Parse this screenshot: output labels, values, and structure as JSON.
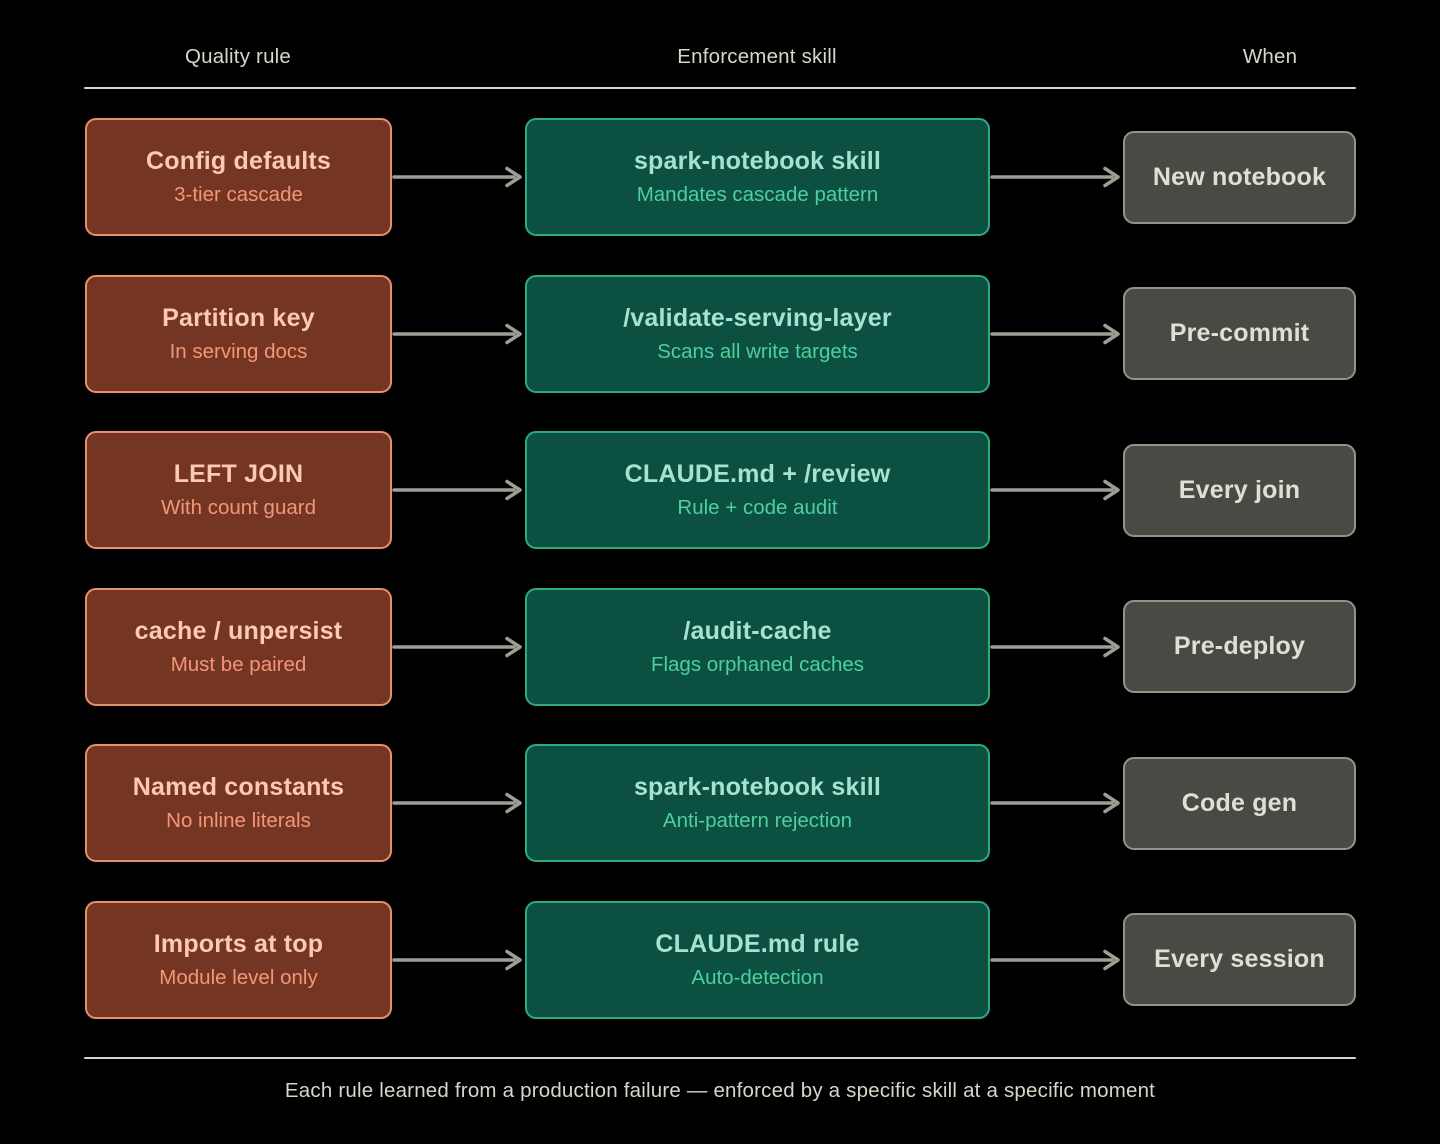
{
  "page": {
    "caption": "Each rule learned from a production failure — enforced by a specific skill at a specific moment"
  },
  "columns": {
    "rule_header": "Quality rule",
    "skill_header": "Enforcement skill",
    "when_header": "When"
  },
  "colors": {
    "background": "#000000",
    "rule_box_fill": "#743622",
    "rule_box_border": "#e8906e",
    "rule_title_text": "#fbc9b5",
    "rule_sub_text": "#f29678",
    "skill_box_fill": "#0b5041",
    "skill_box_border": "#2fa981",
    "skill_title_text": "#a5e3cf",
    "skill_sub_text": "#4fce9e",
    "when_box_fill": "#4a4a44",
    "when_box_border": "#93938a",
    "when_text": "#e0dfd4",
    "arrow": "#9e9e95",
    "header_text": "#d8d5c9",
    "divider_line": "#d8d5c8"
  },
  "rows": [
    {
      "rule_title": "Config defaults",
      "rule_sub": "3-tier cascade",
      "skill_title": "spark-notebook skill",
      "skill_sub": "Mandates cascade pattern",
      "when": "New notebook"
    },
    {
      "rule_title": "Partition key",
      "rule_sub": "In serving docs",
      "skill_title": "/validate-serving-layer",
      "skill_sub": "Scans all write targets",
      "when": "Pre-commit"
    },
    {
      "rule_title": "LEFT JOIN",
      "rule_sub": "With count guard",
      "skill_title": "CLAUDE.md + /review",
      "skill_sub": "Rule + code audit",
      "when": "Every join"
    },
    {
      "rule_title": "cache / unpersist",
      "rule_sub": "Must be paired",
      "skill_title": "/audit-cache",
      "skill_sub": "Flags orphaned caches",
      "when": "Pre-deploy"
    },
    {
      "rule_title": "Named constants",
      "rule_sub": "No inline literals",
      "skill_title": "spark-notebook skill",
      "skill_sub": "Anti-pattern rejection",
      "when": "Code gen"
    },
    {
      "rule_title": "Imports at top",
      "rule_sub": "Module level only",
      "skill_title": "CLAUDE.md rule",
      "skill_sub": "Auto-detection",
      "when": "Every session"
    }
  ]
}
